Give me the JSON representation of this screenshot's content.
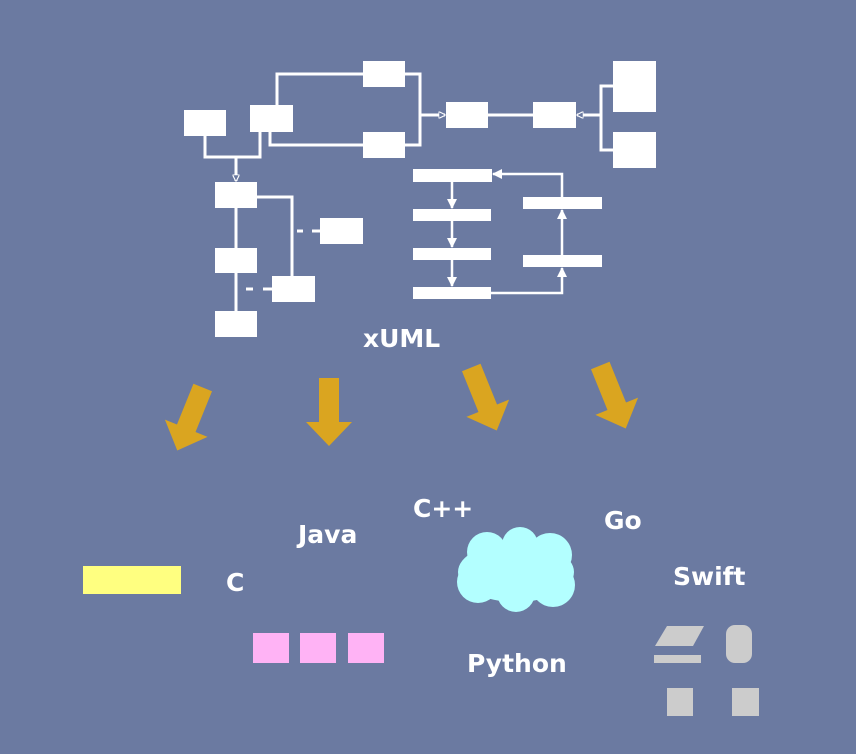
{
  "labels": {
    "model": "xUML",
    "c": "C",
    "java": "Java",
    "cpp": "C++",
    "go": "Go",
    "swift": "Swift",
    "python": "Python"
  },
  "colors": {
    "background": "#6b7aa1",
    "diagram": "#ffffff",
    "arrow": "#daa520",
    "c_block": "#ffff80",
    "java_blocks": "#ffb3f5",
    "cpp_cloud": "#b3ffff",
    "swift_shapes": "#cccccc"
  }
}
